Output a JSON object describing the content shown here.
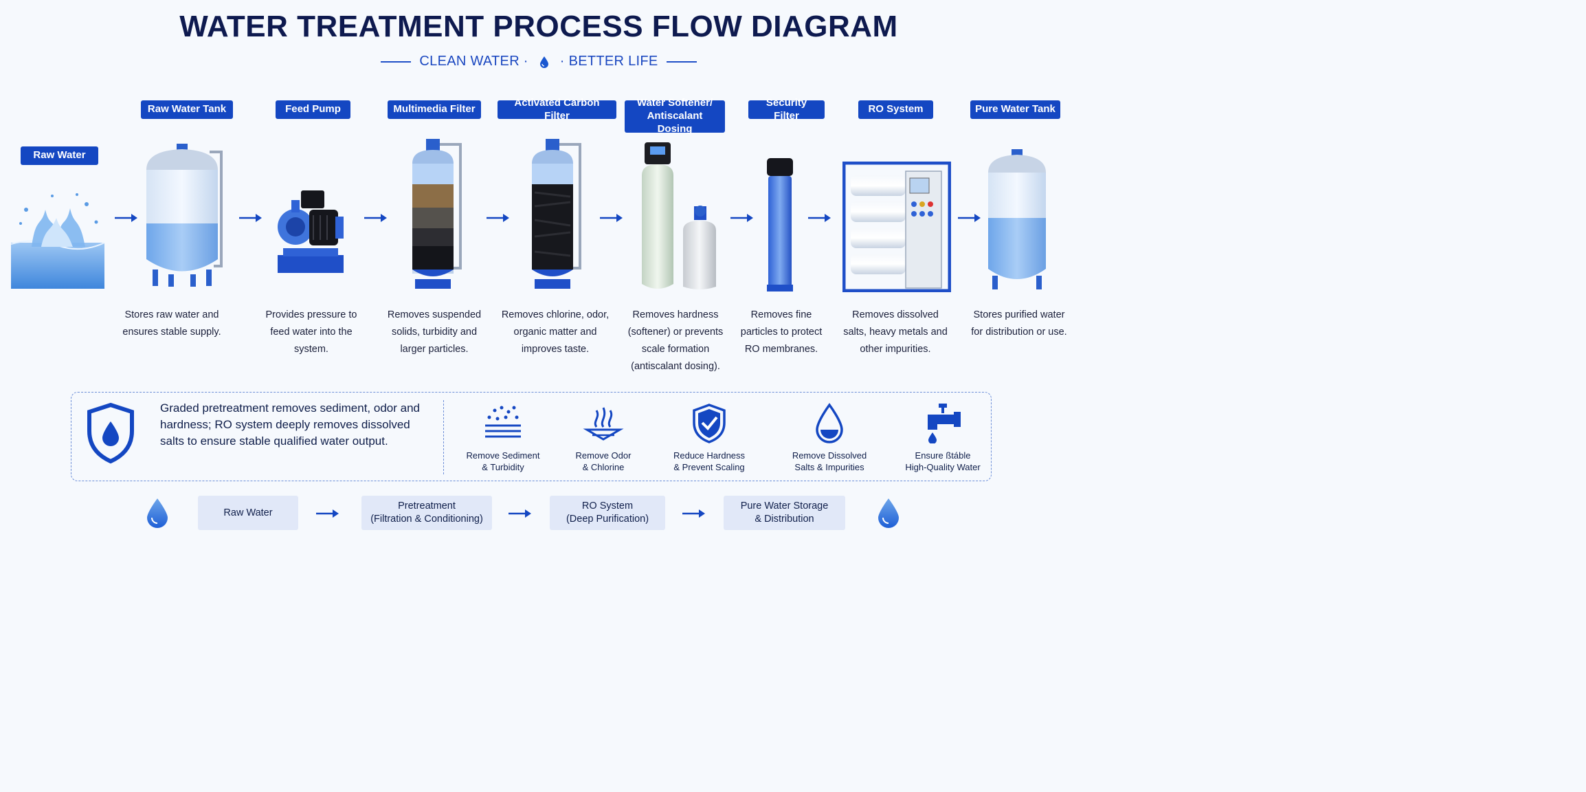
{
  "title": "WATER TREATMENT PROCESS FLOW DIAGRAM",
  "subtitle": {
    "left": "CLEAN WATER ·",
    "right": "· BETTER LIFE"
  },
  "source_label": "Raw Water",
  "stages": [
    {
      "label": "Raw Water Tank",
      "desc": "Stores raw water and ensures stable supply."
    },
    {
      "label": "Feed Pump",
      "desc": "Provides pressure to feed water into the system."
    },
    {
      "label": "Multimedia Filter",
      "desc": "Removes suspended solids, turbidity and larger particles."
    },
    {
      "label": "Activated Carbon Filter",
      "desc": "Removes chlorine, odor, organic matter and improves taste."
    },
    {
      "label": "Water Softener/ Antiscalant Dosing",
      "desc": "Removes hardness (softener) or prevents scale formation (antiscalant dosing)."
    },
    {
      "label": "Security Filter",
      "desc": "Removes fine particles to protect RO membranes."
    },
    {
      "label": "RO System",
      "desc": "Removes dissolved salts, heavy metals and other impurities."
    },
    {
      "label": "Pure Water Tank",
      "desc": "Stores purified water for distribution or use."
    }
  ],
  "summary": "Graded pretreatment removes sediment, odor and hardness; RO system deeply removes dissolved salts to ensure stable qualified water output.",
  "features": [
    {
      "icon": "sediment-icon",
      "line1": "Remove Sediment",
      "line2": "& Turbidity"
    },
    {
      "icon": "odor-icon",
      "line1": "Remove Odor",
      "line2": "& Chlorine"
    },
    {
      "icon": "shield-check-icon",
      "line1": "Reduce Hardness",
      "line2": "& Prevent Scaling"
    },
    {
      "icon": "water-drop-icon",
      "line1": "Remove Dissolved",
      "line2": "Salts & Impurities"
    },
    {
      "icon": "faucet-icon",
      "line1": "Ensure ßtáble",
      "line2": "High-Quality Water"
    }
  ],
  "bottom_flow": [
    {
      "line1": "Raw Water",
      "line2": ""
    },
    {
      "line1": "Pretreatment",
      "line2": "(Filtration & Conditioning)"
    },
    {
      "line1": "RO System",
      "line2": "(Deep Purification)"
    },
    {
      "line1": "Pure Water Storage",
      "line2": "& Distribution"
    }
  ],
  "colors": {
    "accent": "#1447c2",
    "title": "#0e1a4f",
    "water": "#7fb0ec",
    "dashed": "#6c8ed8"
  }
}
